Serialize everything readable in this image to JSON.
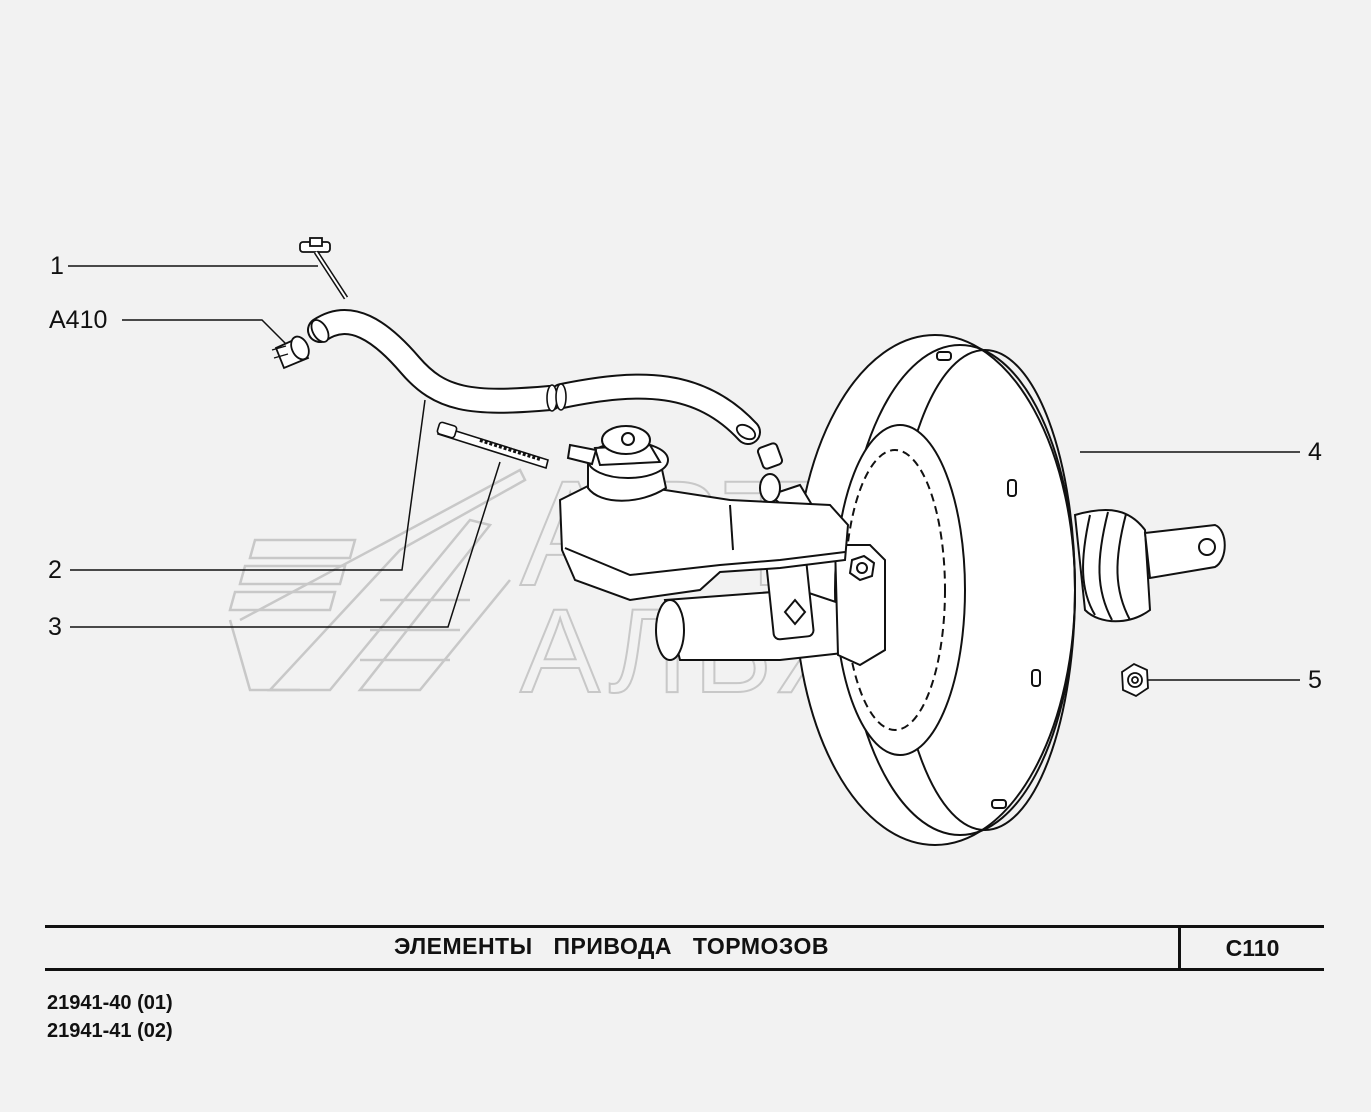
{
  "callouts": [
    {
      "label": "1"
    },
    {
      "label": "A410"
    },
    {
      "label": "2"
    },
    {
      "label": "3"
    },
    {
      "label": "4"
    },
    {
      "label": "5"
    }
  ],
  "watermark": {
    "line1": "АВТО",
    "line2": "АЛЬЯНС"
  },
  "title_block": {
    "title": "ЭЛЕМЕНТЫ ПРИВОДА ТОРМОЗОВ",
    "sheet_code": "C110"
  },
  "models": [
    "21941-40 (01)",
    "21941-41 (02)"
  ]
}
